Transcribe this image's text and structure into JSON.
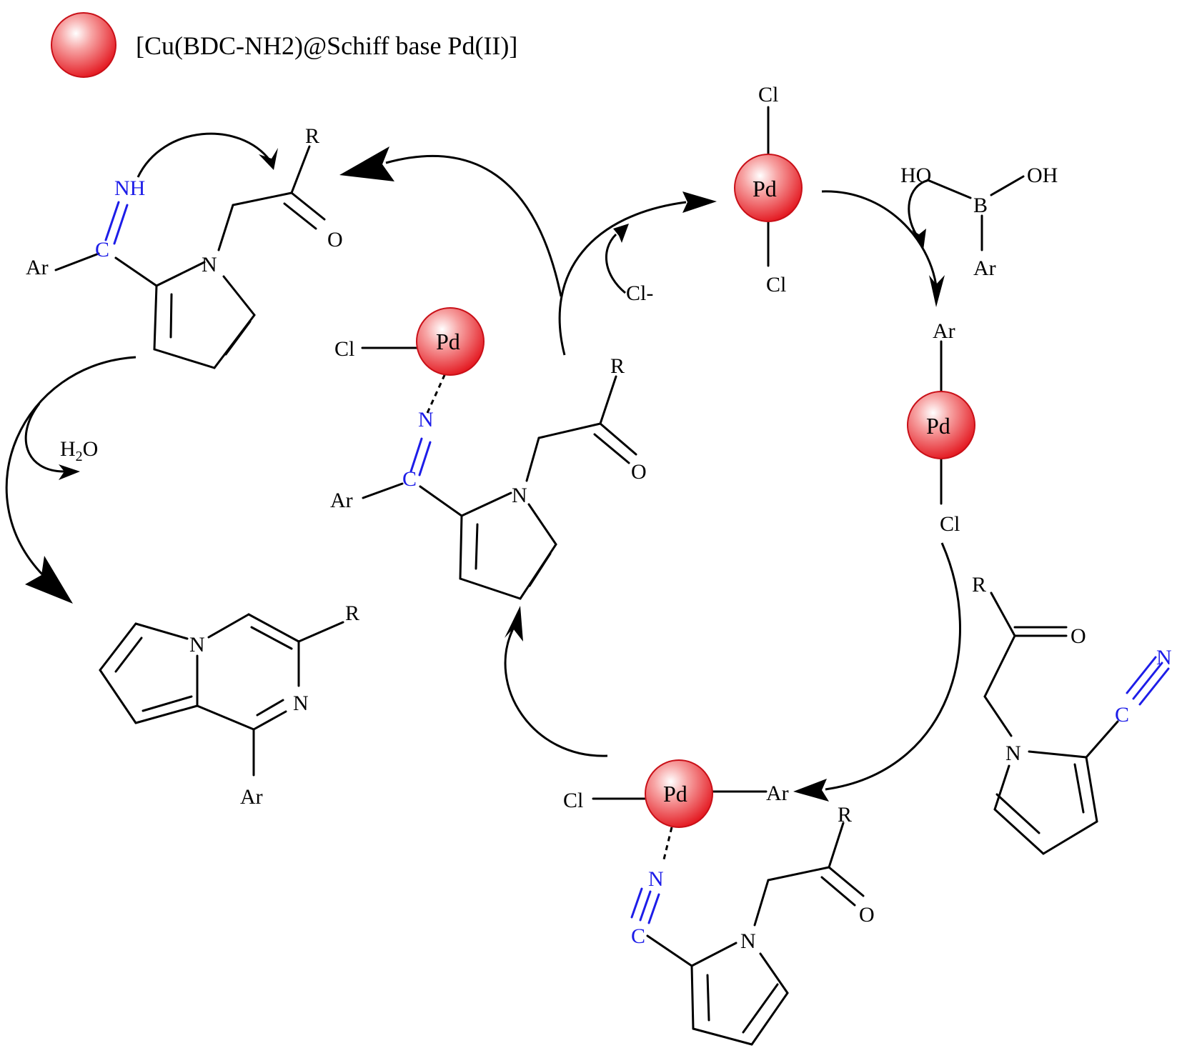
{
  "legend": {
    "label": "[Cu(BDC-NH2)@Schiff base Pd(II)]"
  },
  "atoms": {
    "pd": "Pd",
    "cl": "Cl",
    "cl_minus": "Cl-",
    "ar": "Ar",
    "r": "R",
    "o": "O",
    "n": "N",
    "nh": "NH",
    "c": "C",
    "b": "B",
    "ho": "HO",
    "oh": "OH",
    "h2o_h": "H",
    "h2o_sub": "2",
    "h2o_o": "O"
  },
  "colors": {
    "bond": "#000000",
    "highlight": "#1d1de8",
    "catalyst": "#e8141c"
  }
}
